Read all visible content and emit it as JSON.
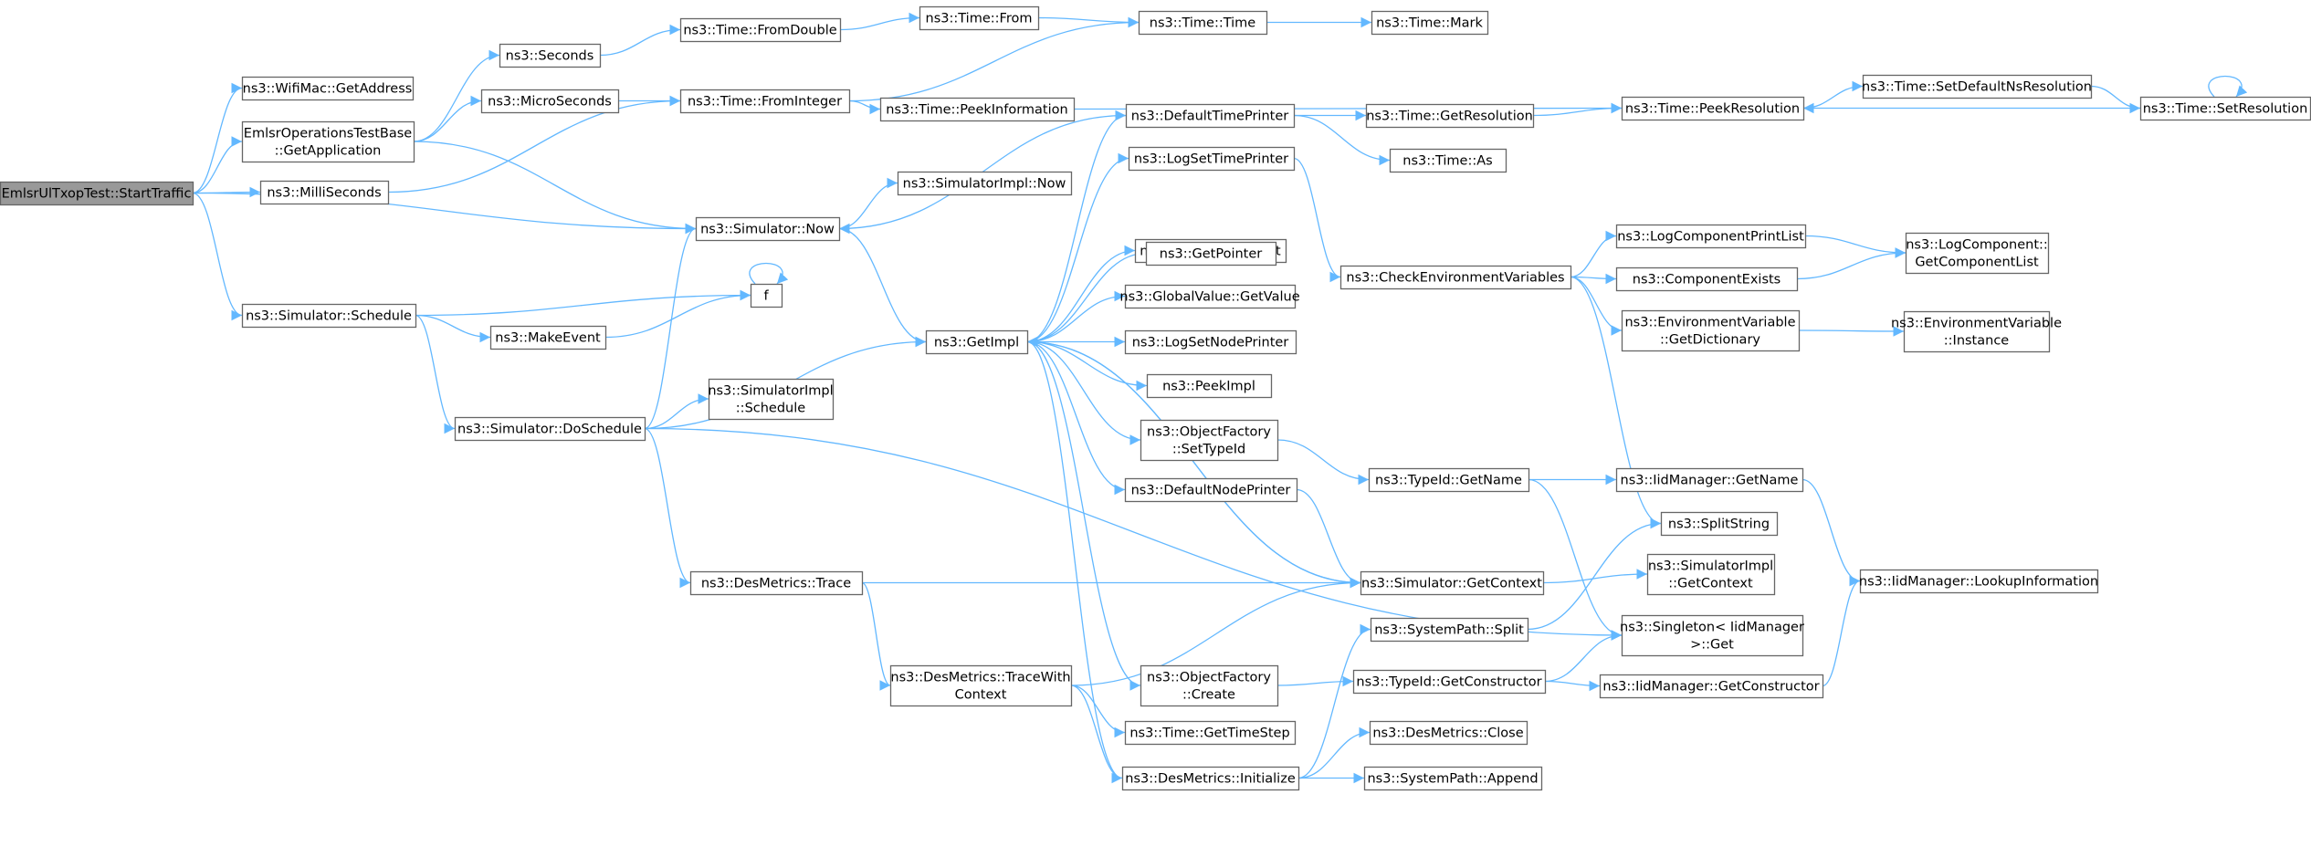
{
  "diagram": {
    "edge_color": "#63b8ff",
    "node_border_color": "#666666",
    "root_fill_color": "#999999",
    "nodes": [
      {
        "id": "root",
        "lines": [
          "EmlsrUlTxopTest::StartTraffic"
        ],
        "root": true
      },
      {
        "id": "getAddress",
        "lines": [
          "ns3::WifiMac::GetAddress"
        ]
      },
      {
        "id": "getApplication",
        "lines": [
          "EmlsrOperationsTestBase",
          "::GetApplication"
        ]
      },
      {
        "id": "milliSeconds",
        "lines": [
          "ns3::MilliSeconds"
        ]
      },
      {
        "id": "schedule",
        "lines": [
          "ns3::Simulator::Schedule"
        ]
      },
      {
        "id": "seconds",
        "lines": [
          "ns3::Seconds"
        ]
      },
      {
        "id": "microSeconds",
        "lines": [
          "ns3::MicroSeconds"
        ]
      },
      {
        "id": "simNow",
        "lines": [
          "ns3::Simulator::Now"
        ]
      },
      {
        "id": "makeEvent",
        "lines": [
          "ns3::MakeEvent"
        ]
      },
      {
        "id": "f",
        "lines": [
          "f"
        ]
      },
      {
        "id": "doSchedule",
        "lines": [
          "ns3::Simulator::DoSchedule"
        ]
      },
      {
        "id": "fromDouble",
        "lines": [
          "ns3::Time::FromDouble"
        ]
      },
      {
        "id": "fromInteger",
        "lines": [
          "ns3::Time::FromInteger"
        ]
      },
      {
        "id": "implNow",
        "lines": [
          "ns3::SimulatorImpl::Now"
        ]
      },
      {
        "id": "getImpl",
        "lines": [
          "ns3::GetImpl"
        ]
      },
      {
        "id": "implSchedule",
        "lines": [
          "ns3::SimulatorImpl",
          "::Schedule"
        ]
      },
      {
        "id": "dmTrace",
        "lines": [
          "ns3::DesMetrics::Trace"
        ]
      },
      {
        "id": "dmTraceWithContext",
        "lines": [
          "ns3::DesMetrics::TraceWith",
          "Context"
        ]
      },
      {
        "id": "timeFrom",
        "lines": [
          "ns3::Time::From"
        ]
      },
      {
        "id": "peekInformation",
        "lines": [
          "ns3::Time::PeekInformation"
        ]
      },
      {
        "id": "timeTime",
        "lines": [
          "ns3::Time::Time"
        ]
      },
      {
        "id": "timeMark",
        "lines": [
          "ns3::Time::Mark"
        ]
      },
      {
        "id": "defaultTimePrinter",
        "lines": [
          "ns3::DefaultTimePrinter"
        ]
      },
      {
        "id": "logSetTimePrinter",
        "lines": [
          "ns3::LogSetTimePrinter"
        ]
      },
      {
        "id": "stringValueGet",
        "lines": [
          "ns3::StringValue::Get"
        ]
      },
      {
        "id": "getPointer",
        "lines": [
          "ns3::GetPointer"
        ]
      },
      {
        "id": "globalValueGet",
        "lines": [
          "ns3::GlobalValue::GetValue"
        ]
      },
      {
        "id": "logSetNodePrinter",
        "lines": [
          "ns3::LogSetNodePrinter"
        ]
      },
      {
        "id": "peekImpl",
        "lines": [
          "ns3::PeekImpl"
        ]
      },
      {
        "id": "ofSetTypeId",
        "lines": [
          "ns3::ObjectFactory",
          "::SetTypeId"
        ]
      },
      {
        "id": "defaultNodePrinter",
        "lines": [
          "ns3::DefaultNodePrinter"
        ]
      },
      {
        "id": "ofCreate",
        "lines": [
          "ns3::ObjectFactory",
          "::Create"
        ]
      },
      {
        "id": "getTimeStep",
        "lines": [
          "ns3::Time::GetTimeStep"
        ]
      },
      {
        "id": "dmInitialize",
        "lines": [
          "ns3::DesMetrics::Initialize"
        ]
      },
      {
        "id": "getResolution",
        "lines": [
          "ns3::Time::GetResolution"
        ]
      },
      {
        "id": "timeAs",
        "lines": [
          "ns3::Time::As"
        ]
      },
      {
        "id": "checkEnv",
        "lines": [
          "ns3::CheckEnvironmentVariables"
        ]
      },
      {
        "id": "typeIdGetName",
        "lines": [
          "ns3::TypeId::GetName"
        ]
      },
      {
        "id": "simGetContext",
        "lines": [
          "ns3::Simulator::GetContext"
        ]
      },
      {
        "id": "spSplit",
        "lines": [
          "ns3::SystemPath::Split"
        ]
      },
      {
        "id": "typeIdGetConstructor",
        "lines": [
          "ns3::TypeId::GetConstructor"
        ]
      },
      {
        "id": "dmClose",
        "lines": [
          "ns3::DesMetrics::Close"
        ]
      },
      {
        "id": "spAppend",
        "lines": [
          "ns3::SystemPath::Append"
        ]
      },
      {
        "id": "peekResolution",
        "lines": [
          "ns3::Time::PeekResolution"
        ]
      },
      {
        "id": "logCompPrintList",
        "lines": [
          "ns3::LogComponentPrintList"
        ]
      },
      {
        "id": "componentExists",
        "lines": [
          "ns3::ComponentExists"
        ]
      },
      {
        "id": "envGetDictionary",
        "lines": [
          "ns3::EnvironmentVariable",
          "::GetDictionary"
        ]
      },
      {
        "id": "iidGetName",
        "lines": [
          "ns3::IidManager::GetName"
        ]
      },
      {
        "id": "splitString",
        "lines": [
          "ns3::SplitString"
        ]
      },
      {
        "id": "implGetContext",
        "lines": [
          "ns3::SimulatorImpl",
          "::GetContext"
        ]
      },
      {
        "id": "singletonGet",
        "lines": [
          "ns3::Singleton< IidManager",
          ">::Get"
        ]
      },
      {
        "id": "iidGetConstructor",
        "lines": [
          "ns3::IidManager::GetConstructor"
        ]
      },
      {
        "id": "setDefaultNsRes",
        "lines": [
          "ns3::Time::SetDefaultNsResolution"
        ]
      },
      {
        "id": "setResolution",
        "lines": [
          "ns3::Time::SetResolution"
        ]
      },
      {
        "id": "logCompGetList",
        "lines": [
          "ns3::LogComponent::",
          "GetComponentList"
        ]
      },
      {
        "id": "envInstance",
        "lines": [
          "ns3::EnvironmentVariable",
          "::Instance"
        ]
      },
      {
        "id": "iidLookup",
        "lines": [
          "ns3::IidManager::LookupInformation"
        ]
      }
    ],
    "edges": [
      [
        "root",
        "getAddress"
      ],
      [
        "root",
        "getApplication"
      ],
      [
        "root",
        "milliSeconds"
      ],
      [
        "root",
        "simNow"
      ],
      [
        "root",
        "schedule"
      ],
      [
        "getApplication",
        "seconds"
      ],
      [
        "getApplication",
        "microSeconds"
      ],
      [
        "getApplication",
        "simNow"
      ],
      [
        "seconds",
        "fromDouble"
      ],
      [
        "microSeconds",
        "fromInteger"
      ],
      [
        "milliSeconds",
        "fromInteger"
      ],
      [
        "fromDouble",
        "timeFrom"
      ],
      [
        "timeFrom",
        "timeTime"
      ],
      [
        "fromInteger",
        "timeTime"
      ],
      [
        "timeTime",
        "timeMark"
      ],
      [
        "fromInteger",
        "peekInformation"
      ],
      [
        "peekInformation",
        "peekResolution"
      ],
      [
        "simNow",
        "implNow"
      ],
      [
        "simNow",
        "getImpl"
      ],
      [
        "schedule",
        "f"
      ],
      [
        "f",
        "f"
      ],
      [
        "schedule",
        "makeEvent"
      ],
      [
        "makeEvent",
        "f"
      ],
      [
        "schedule",
        "doSchedule"
      ],
      [
        "doSchedule",
        "simNow"
      ],
      [
        "doSchedule",
        "getImpl"
      ],
      [
        "doSchedule",
        "implSchedule"
      ],
      [
        "doSchedule",
        "dmTrace"
      ],
      [
        "doSchedule",
        "singletonGet"
      ],
      [
        "getImpl",
        "defaultTimePrinter"
      ],
      [
        "getImpl",
        "logSetTimePrinter"
      ],
      [
        "getImpl",
        "stringValueGet"
      ],
      [
        "getImpl",
        "getPointer"
      ],
      [
        "getImpl",
        "globalValueGet"
      ],
      [
        "getImpl",
        "logSetNodePrinter"
      ],
      [
        "getImpl",
        "peekImpl"
      ],
      [
        "getImpl",
        "ofSetTypeId"
      ],
      [
        "getImpl",
        "defaultNodePrinter"
      ],
      [
        "getImpl",
        "ofCreate"
      ],
      [
        "getImpl",
        "simGetContext"
      ],
      [
        "defaultTimePrinter",
        "simNow"
      ],
      [
        "defaultTimePrinter",
        "getResolution"
      ],
      [
        "defaultTimePrinter",
        "timeAs"
      ],
      [
        "getResolution",
        "peekResolution"
      ],
      [
        "peekResolution",
        "setDefaultNsRes"
      ],
      [
        "setDefaultNsRes",
        "setResolution"
      ],
      [
        "setResolution",
        "setResolution"
      ],
      [
        "setResolution",
        "peekResolution"
      ],
      [
        "logSetTimePrinter",
        "checkEnv"
      ],
      [
        "checkEnv",
        "logCompPrintList"
      ],
      [
        "checkEnv",
        "componentExists"
      ],
      [
        "checkEnv",
        "envGetDictionary"
      ],
      [
        "checkEnv",
        "splitString"
      ],
      [
        "logCompPrintList",
        "logCompGetList"
      ],
      [
        "componentExists",
        "logCompGetList"
      ],
      [
        "envGetDictionary",
        "envInstance"
      ],
      [
        "ofSetTypeId",
        "typeIdGetName"
      ],
      [
        "typeIdGetName",
        "iidGetName"
      ],
      [
        "typeIdGetName",
        "singletonGet"
      ],
      [
        "iidGetName",
        "iidLookup"
      ],
      [
        "defaultNodePrinter",
        "simGetContext"
      ],
      [
        "simGetContext",
        "getImpl"
      ],
      [
        "simGetContext",
        "implGetContext"
      ],
      [
        "dmTrace",
        "simGetContext"
      ],
      [
        "dmTrace",
        "dmTraceWithContext"
      ],
      [
        "dmTraceWithContext",
        "simGetContext"
      ],
      [
        "dmTraceWithContext",
        "getTimeStep"
      ],
      [
        "dmTraceWithContext",
        "dmInitialize"
      ],
      [
        "ofCreate",
        "typeIdGetConstructor"
      ],
      [
        "typeIdGetConstructor",
        "singletonGet"
      ],
      [
        "typeIdGetConstructor",
        "iidGetConstructor"
      ],
      [
        "iidGetConstructor",
        "iidLookup"
      ],
      [
        "dmInitialize",
        "spSplit"
      ],
      [
        "dmInitialize",
        "dmClose"
      ],
      [
        "dmInitialize",
        "spAppend"
      ],
      [
        "dmInitialize",
        "getImpl"
      ],
      [
        "spSplit",
        "splitString"
      ]
    ]
  }
}
